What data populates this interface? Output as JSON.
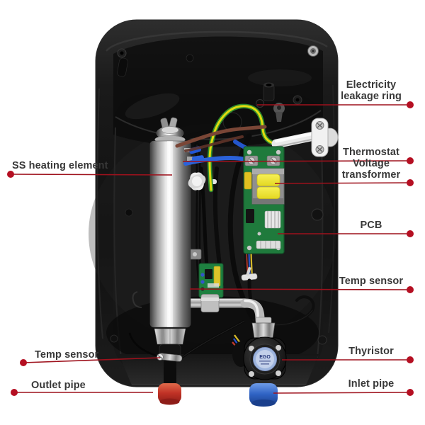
{
  "callouts": {
    "electricity_leakage_ring": "Electricity\nleakage ring",
    "thermostat": "Thermostat",
    "voltage_transformer": "Voltage\ntransformer",
    "pcb": "PCB",
    "temp_sensor_right": "Temp sensor",
    "thyristor": "Thyristor",
    "inlet_pipe": "Inlet pipe",
    "ss_heating_element": "SS heating element",
    "temp_sensor_left": "Temp sensor",
    "outlet_pipe": "Outlet pipe"
  },
  "photo": {
    "flow_sensor_brand": "EGO"
  },
  "colors": {
    "background": "#ffffff",
    "leader_line": "#9e111c",
    "leader_dot": "#b50f22",
    "label_text": "#383838",
    "shell_black": "#141414",
    "pcb_green": "#1f7a3c",
    "transformer_coil_yellow": "#ece43a",
    "ground_wire_yellow": "#d8d800",
    "ground_wire_green": "#2e8b2e",
    "outlet_fitting_red": "#c03226",
    "inlet_fitting_blue": "#2f63c4"
  }
}
